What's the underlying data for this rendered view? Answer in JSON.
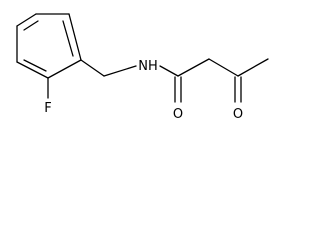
{
  "molecule": {
    "atoms": {
      "fluorine": "F",
      "amide_nitrogen": "NH",
      "amide_oxygen": "O",
      "ketone_oxygen": "O"
    }
  }
}
